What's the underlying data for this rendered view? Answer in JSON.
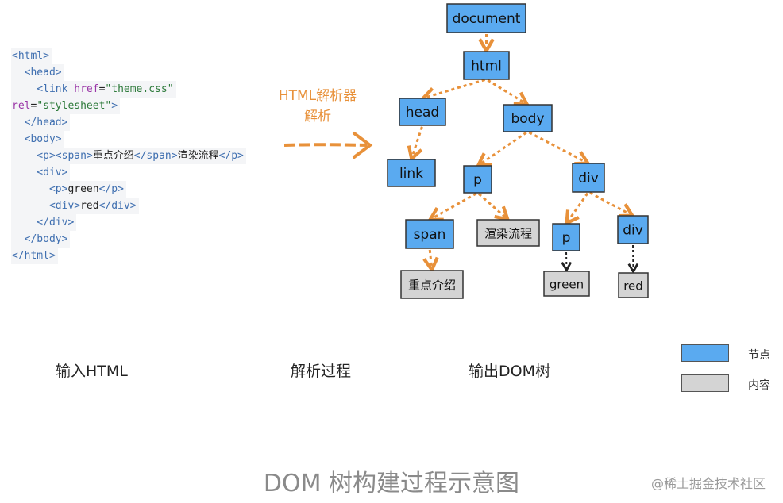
{
  "code": {
    "lines": [
      {
        "parts": [
          {
            "t": "tag",
            "v": "<html>"
          }
        ]
      },
      {
        "parts": [
          {
            "t": "tag",
            "v": "  <head>"
          }
        ]
      },
      {
        "parts": [
          {
            "t": "tag",
            "v": "    <link "
          },
          {
            "t": "attr",
            "v": "href"
          },
          {
            "t": "txt",
            "v": "="
          },
          {
            "t": "str",
            "v": "\"theme.css\""
          }
        ]
      },
      {
        "parts": [
          {
            "t": "attr",
            "v": "rel"
          },
          {
            "t": "txt",
            "v": "="
          },
          {
            "t": "str",
            "v": "\"stylesheet\""
          },
          {
            "t": "tag",
            "v": ">"
          }
        ]
      },
      {
        "parts": [
          {
            "t": "tag",
            "v": "  </head>"
          }
        ]
      },
      {
        "parts": [
          {
            "t": "tag",
            "v": "  <body>"
          }
        ]
      },
      {
        "parts": [
          {
            "t": "tag",
            "v": "    <p><span>"
          },
          {
            "t": "txt",
            "v": "重点介绍"
          },
          {
            "t": "tag",
            "v": "</span>"
          },
          {
            "t": "txt",
            "v": "渲染流程"
          },
          {
            "t": "tag",
            "v": "</p>"
          }
        ]
      },
      {
        "parts": [
          {
            "t": "tag",
            "v": "    <div>"
          }
        ]
      },
      {
        "parts": [
          {
            "t": "tag",
            "v": "      <p>"
          },
          {
            "t": "txt",
            "v": "green"
          },
          {
            "t": "tag",
            "v": "</p>"
          }
        ]
      },
      {
        "parts": [
          {
            "t": "tag",
            "v": "      <div>"
          },
          {
            "t": "txt",
            "v": "red"
          },
          {
            "t": "tag",
            "v": "</div>"
          }
        ]
      },
      {
        "parts": [
          {
            "t": "tag",
            "v": "    </div>"
          }
        ]
      },
      {
        "parts": [
          {
            "t": "tag",
            "v": "  </body>"
          }
        ]
      },
      {
        "parts": [
          {
            "t": "tag",
            "v": "</html>"
          }
        ]
      }
    ]
  },
  "parser_label": [
    "HTML解析器",
    "解析"
  ],
  "tree": {
    "nodes": [
      {
        "id": "document",
        "label": "document",
        "kind": "node"
      },
      {
        "id": "html",
        "label": "html",
        "kind": "node"
      },
      {
        "id": "head",
        "label": "head",
        "kind": "node"
      },
      {
        "id": "body",
        "label": "body",
        "kind": "node"
      },
      {
        "id": "link",
        "label": "link",
        "kind": "node"
      },
      {
        "id": "p1",
        "label": "p",
        "kind": "node"
      },
      {
        "id": "div1",
        "label": "div",
        "kind": "node"
      },
      {
        "id": "span",
        "label": "span",
        "kind": "node"
      },
      {
        "id": "text-render",
        "label": "渲染流程",
        "kind": "content"
      },
      {
        "id": "p2",
        "label": "p",
        "kind": "node"
      },
      {
        "id": "div2",
        "label": "div",
        "kind": "node"
      },
      {
        "id": "text-intro",
        "label": "重点介绍",
        "kind": "content"
      },
      {
        "id": "text-green",
        "label": "green",
        "kind": "content"
      },
      {
        "id": "text-red",
        "label": "red",
        "kind": "content"
      }
    ],
    "edges": [
      {
        "from": "document",
        "to": "html",
        "style": "orange"
      },
      {
        "from": "html",
        "to": "head",
        "style": "orange"
      },
      {
        "from": "html",
        "to": "body",
        "style": "orange"
      },
      {
        "from": "head",
        "to": "link",
        "style": "orange"
      },
      {
        "from": "body",
        "to": "p1",
        "style": "orange"
      },
      {
        "from": "body",
        "to": "div1",
        "style": "orange"
      },
      {
        "from": "p1",
        "to": "span",
        "style": "orange"
      },
      {
        "from": "p1",
        "to": "text-render",
        "style": "orange"
      },
      {
        "from": "div1",
        "to": "p2",
        "style": "orange"
      },
      {
        "from": "div1",
        "to": "div2",
        "style": "orange"
      },
      {
        "from": "span",
        "to": "text-intro",
        "style": "orange"
      },
      {
        "from": "p2",
        "to": "text-green",
        "style": "black"
      },
      {
        "from": "div2",
        "to": "text-red",
        "style": "black"
      }
    ]
  },
  "colors": {
    "node": "#5aaaf0",
    "content": "#d4d4d4",
    "edge_orange": "#e8913a",
    "edge_black": "#222222"
  },
  "captions": {
    "input": "输入HTML",
    "process": "解析过程",
    "output": "输出DOM树"
  },
  "legend": {
    "node_label": "节点",
    "content_label": "内容"
  },
  "title": "DOM 树构建过程示意图",
  "watermark": "@稀土掘金技术社区"
}
